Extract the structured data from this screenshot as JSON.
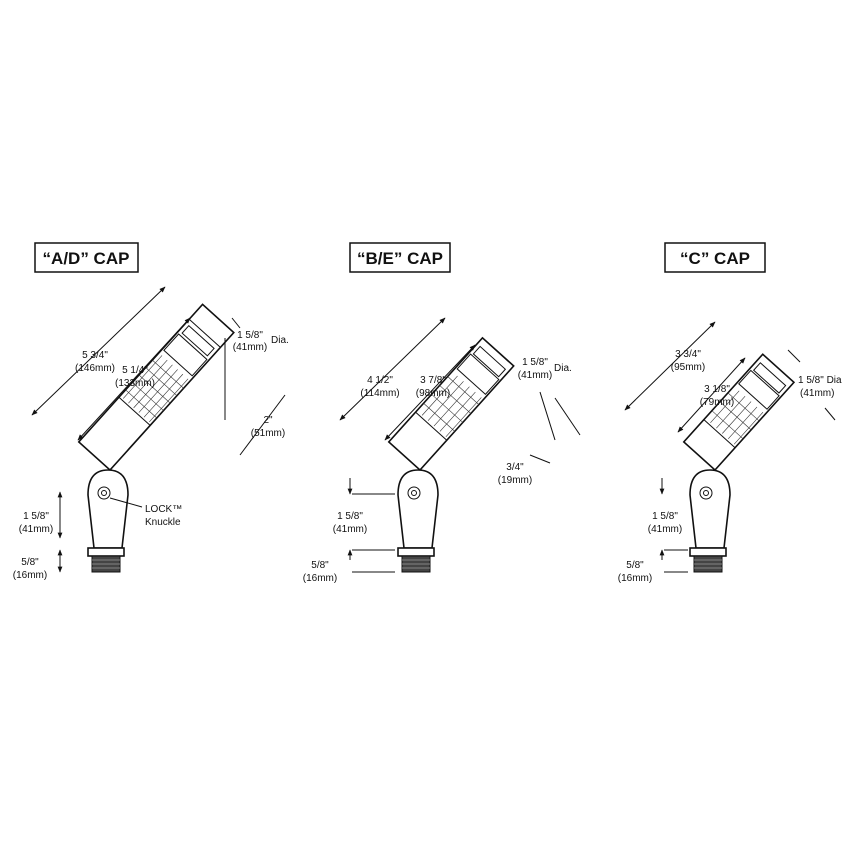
{
  "diagrams": [
    {
      "title": "“A/D” CAP",
      "overall_length": "5 3/4\"",
      "overall_length_mm": "(146mm)",
      "inner_length": "5 1/4\"",
      "inner_length_mm": "(133mm)",
      "diameter": "1 5/8\"",
      "diameter_mm": "(41mm)",
      "dia_suffix": "Dia.",
      "shield_depth": "2\"",
      "shield_depth_mm": "(51mm)",
      "lock_label": "LOCK™",
      "knuckle_label": "Knuckle",
      "stem_height": "1 5/8\"",
      "stem_height_mm": "(41mm)",
      "thread_height": "5/8\"",
      "thread_height_mm": "(16mm)"
    },
    {
      "title": "“B/E” CAP",
      "overall_length": "4 1/2\"",
      "overall_length_mm": "(114mm)",
      "inner_length": "3 7/8\"",
      "inner_length_mm": "(98mm)",
      "diameter": "1 5/8\"",
      "diameter_mm": "(41mm)",
      "dia_suffix": "Dia.",
      "shield_depth": "3/4\"",
      "shield_depth_mm": "(19mm)",
      "stem_height": "1 5/8\"",
      "stem_height_mm": "(41mm)",
      "thread_height": "5/8\"",
      "thread_height_mm": "(16mm)"
    },
    {
      "title": "“C” CAP",
      "overall_length": "3 3/4\"",
      "overall_length_mm": "(95mm)",
      "inner_length": "3 1/8\"",
      "inner_length_mm": "(79mm)",
      "diameter": "1 5/8\" Dia",
      "diameter_mm": "(41mm)",
      "stem_height": "1 5/8\"",
      "stem_height_mm": "(41mm)",
      "thread_height": "5/8\"",
      "thread_height_mm": "(16mm)"
    }
  ]
}
